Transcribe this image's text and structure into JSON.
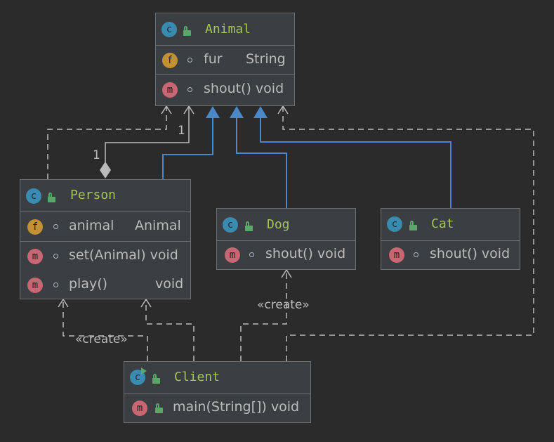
{
  "classes": {
    "animal": {
      "name": "Animal",
      "field": {
        "name": "fur",
        "type": "String"
      },
      "method": {
        "signature": "shout() void"
      }
    },
    "person": {
      "name": "Person",
      "field": {
        "name": "animal",
        "type": "Animal"
      },
      "methods": [
        {
          "signature": "set(Animal) void"
        },
        {
          "name": "play()",
          "type": "void"
        }
      ]
    },
    "dog": {
      "name": "Dog",
      "method": {
        "signature": "shout() void"
      }
    },
    "cat": {
      "name": "Cat",
      "method": {
        "signature": "shout() void"
      }
    },
    "client": {
      "name": "Client",
      "method": {
        "signature": "main(String[]) void"
      }
    }
  },
  "badges": {
    "class": "c",
    "field": "f",
    "method": "m"
  },
  "labels": {
    "multiplicity_animal": "1",
    "multiplicity_person": "1",
    "create_dog": "«create»",
    "create_person": "«create»"
  },
  "colors": {
    "background": "#2b2b2b",
    "class_name": "#a5c25c",
    "generalization": "#4a88c7",
    "dependency": "#bbbbbb"
  }
}
